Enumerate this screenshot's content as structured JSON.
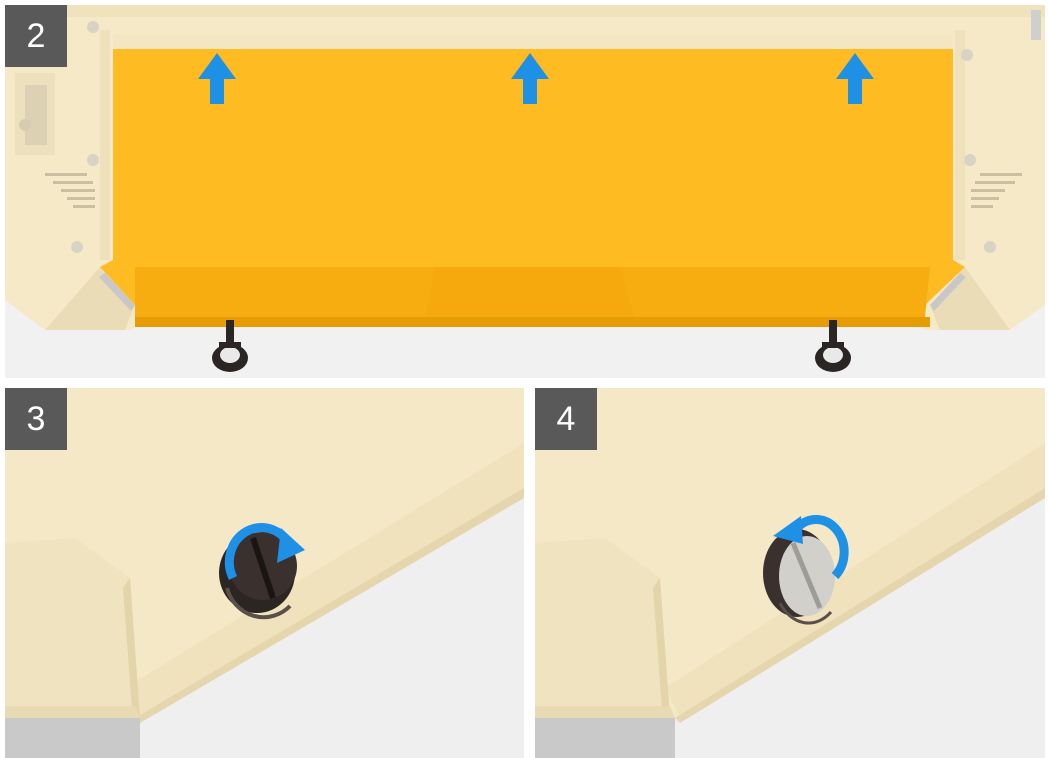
{
  "steps": [
    {
      "label": "2"
    },
    {
      "label": "3"
    },
    {
      "label": "4"
    }
  ],
  "colors": {
    "chassis": "#f5e9c8",
    "cover": "#ffbb22",
    "arrow": "#1e90e6",
    "badge": "#595959",
    "screw_dark": "#2b2523",
    "screw_light": "#d2d0cb"
  },
  "icons": {
    "lift_arrow": "arrow-up-icon",
    "tighten": "rotate-clockwise-icon",
    "loosen": "rotate-counterclockwise-icon"
  }
}
